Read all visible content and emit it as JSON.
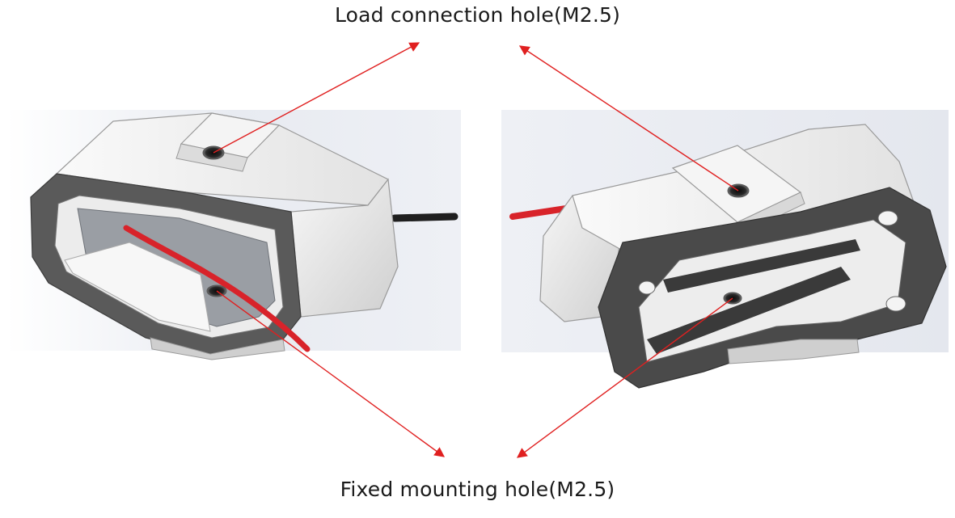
{
  "labels": {
    "load_connection": "Load connection hole(M2.5)",
    "fixed_mounting": "Fixed mounting hole(M2.5)"
  },
  "colors": {
    "arrow": "#e02020",
    "body_light": "#f2f2f2",
    "body_mid": "#d9d9d9",
    "body_dark": "#4a4a4a",
    "backdrop": "#e9ecf2",
    "cable_red": "#d8232a",
    "cable_black": "#222222"
  },
  "objects": [
    {
      "name": "left load cell",
      "view": "front"
    },
    {
      "name": "right load cell",
      "view": "rear"
    }
  ],
  "icons": [
    "arrow-icon"
  ]
}
